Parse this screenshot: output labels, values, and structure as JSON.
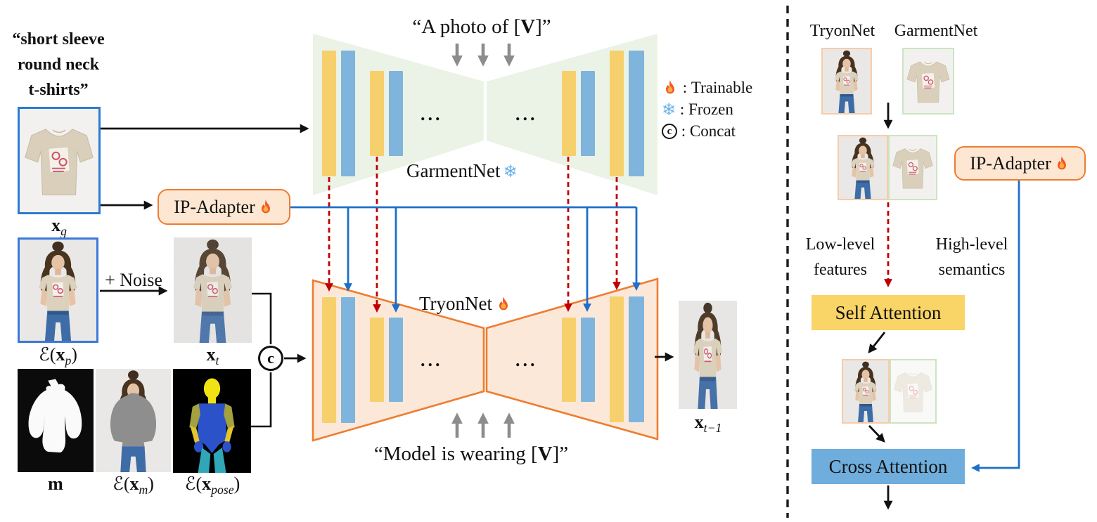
{
  "inputs": {
    "caption_lines": [
      "“short sleeve",
      "round neck",
      "t-shirts”"
    ],
    "noise_label": "+ Noise",
    "concat_glyph": "c",
    "labels": {
      "garment": {
        "base": "x",
        "sub": "g"
      },
      "person_latent": {
        "pre": "ℰ(",
        "base": "x",
        "sub": "p",
        "post": ")"
      },
      "noised": {
        "base": "x",
        "sub": "t"
      },
      "mask": {
        "base": "m"
      },
      "masked_latent": {
        "pre": "ℰ(",
        "base": "x",
        "sub": "m",
        "post": ")"
      },
      "pose_latent": {
        "pre": "ℰ(",
        "base": "x",
        "sub": "pose",
        "post": ")"
      },
      "output": {
        "base": "x",
        "sub": "t−1"
      }
    }
  },
  "garment_prompt": {
    "pre": "“A photo of [",
    "v": "V",
    "post": "]”"
  },
  "tryon_prompt": {
    "pre": "“Model is wearing [",
    "v": "V",
    "post": "]”"
  },
  "garment_net": {
    "label": "GarmentNet",
    "state": "frozen",
    "dots": "..."
  },
  "tryon_net": {
    "label": "TryonNet",
    "state": "trainable",
    "dots": "..."
  },
  "ip_adapter": {
    "label": "IP-Adapter",
    "state": "trainable"
  },
  "legend": {
    "sep": " : ",
    "items": [
      {
        "icon": "flame-icon",
        "label": "Trainable"
      },
      {
        "icon": "snowflake-icon",
        "label": "Frozen"
      },
      {
        "icon": "concat-icon",
        "label": "Concat"
      }
    ]
  },
  "glyphs": {
    "snowflake": "❄",
    "concat": "c"
  },
  "right_panel": {
    "tryonnet_label": "TryonNet",
    "garmentnet_label": "GarmentNet",
    "low_level_lines": [
      "Low-level",
      "features"
    ],
    "high_level_lines": [
      "High-level",
      "semantics"
    ],
    "self_attention": "Self Attention",
    "cross_attention": "Cross Attention",
    "ip_adapter": "IP-Adapter"
  },
  "colors": {
    "bar-yellow": "#F6D06C",
    "bar-blue": "#7FB4DC",
    "garment-fill": "#EBF2E6",
    "tryon-fill": "#FCE8D9",
    "accent-orange": "#ED7D31",
    "adapter-fill": "#FDE7D2",
    "skip-red": "#C00000",
    "skip-blue": "#1E6FC8",
    "self-attn": "#F9D466",
    "cross-attn": "#6FAEDC",
    "snow-blue": "#6CB2E8"
  }
}
